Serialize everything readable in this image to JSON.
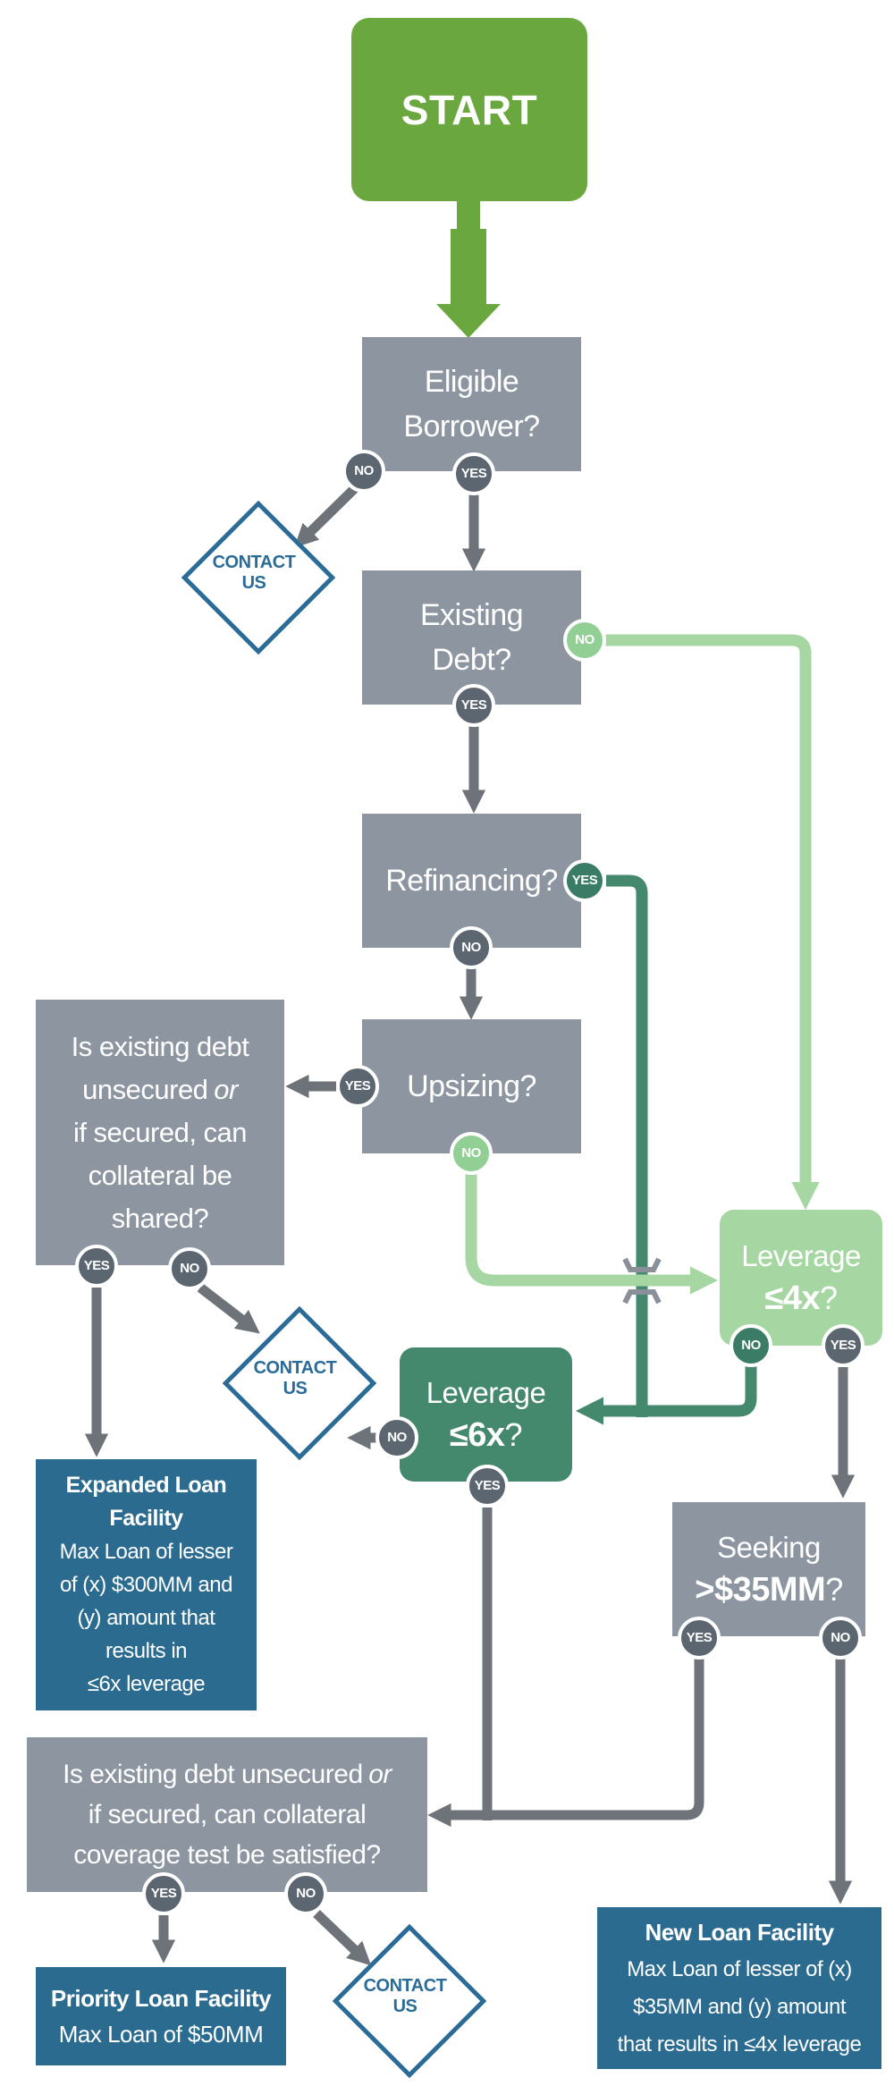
{
  "labels": {
    "yes": "YES",
    "no": "NO"
  },
  "colors": {
    "start_green": "#6aa83f",
    "light_green": "#a6d7a3",
    "light_green_badge": "#92cf95",
    "teal_green": "#44886e",
    "teal_badge": "#3a7c65",
    "gray_box": "#8d96a0",
    "badge_gray": "#5c6670",
    "arrow_gray": "#6d7378",
    "blue_box": "#2b6b8f",
    "contact_blue": "#2a6c97"
  },
  "nodes": {
    "start": {
      "label": "START"
    },
    "eligible": {
      "l1": "Eligible",
      "l2": "Borrower?"
    },
    "contact": {
      "l1": "CONTACT",
      "l2": "US"
    },
    "existing": {
      "l1": "Existing",
      "l2": "Debt?"
    },
    "refinancing": {
      "l1": "Refinancing?"
    },
    "upsizing": {
      "l1": "Upsizing?"
    },
    "shared": {
      "l1": "Is existing debt",
      "l2a": "unsecured",
      "l2b": "or",
      "l3": "if secured, can",
      "l4": "collateral be",
      "l5": "shared?"
    },
    "leverage4": {
      "l1": "Leverage",
      "bold": "≤4x",
      "q": "?"
    },
    "leverage6": {
      "l1": "Leverage",
      "bold": "≤6x",
      "q": "?"
    },
    "seeking": {
      "l1": "Seeking",
      "bold": ">$35MM",
      "q": "?"
    },
    "coverage": {
      "l1a": "Is existing debt unsecured",
      "l1b": "or",
      "l2": "if secured, can collateral",
      "l3": "coverage test be satisfied?"
    },
    "expanded": {
      "t1": "Expanded Loan",
      "t2": "Facility",
      "b1": "Max Loan of lesser",
      "b2": "of (x) $300MM and",
      "b3": "(y) amount that",
      "b4": "results in",
      "b5": "≤6x leverage"
    },
    "priority": {
      "t1": "Priority Loan Facility",
      "b1": "Max Loan of $50MM"
    },
    "newloan": {
      "t1": "New Loan Facility",
      "b1": "Max Loan of lesser of (x)",
      "b2": "$35MM and (y) amount",
      "b3": "that results in ≤4x leverage"
    }
  }
}
